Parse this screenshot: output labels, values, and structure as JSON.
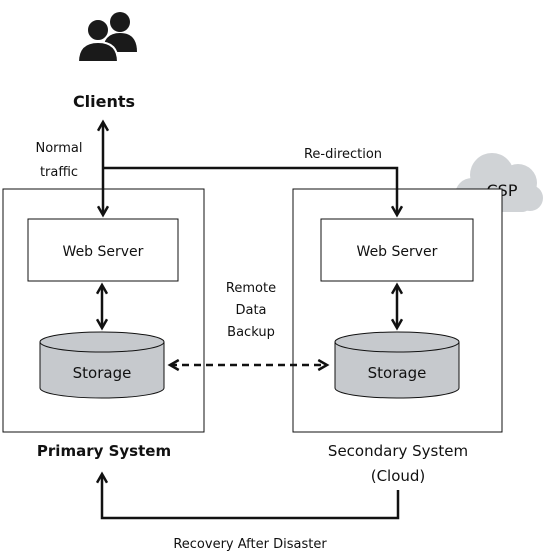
{
  "clients": {
    "label": "Clients"
  },
  "labels": {
    "normal_traffic_1": "Normal",
    "normal_traffic_2": "traffic",
    "redirection": "Re-direction",
    "remote_1": "Remote",
    "remote_2": "Data",
    "remote_3": "Backup",
    "recovery": "Recovery After Disaster"
  },
  "cloud": {
    "label": "CSP"
  },
  "primary": {
    "web_server": "Web Server",
    "storage": "Storage",
    "title": "Primary System"
  },
  "secondary": {
    "web_server": "Web Server",
    "storage": "Storage",
    "title_line1": "Secondary System",
    "title_line2": "(Cloud)"
  },
  "colors": {
    "storage_fill": "#c6c9cd",
    "cloud_fill": "#d0d3d6",
    "stroke": "#111111",
    "icon": "#1a1a1a"
  }
}
